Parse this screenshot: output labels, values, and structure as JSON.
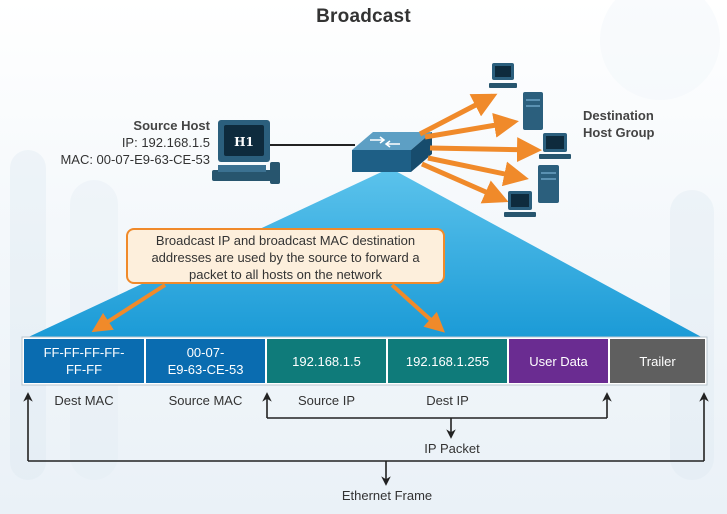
{
  "title": "Broadcast",
  "source_host": {
    "name": "Source Host",
    "ip": "IP: 192.168.1.5",
    "mac": "MAC: 00-07-E9-63-CE-53",
    "pc_label": "H1"
  },
  "destination": {
    "name_line1": "Destination",
    "name_line2": "Host Group"
  },
  "callout": {
    "line1": "Broadcast IP and broadcast MAC destination",
    "line2": "addresses are used by the source to forward a",
    "line3": "packet to all hosts on the network"
  },
  "frame": {
    "dest_mac": {
      "line1": "FF-FF-FF-FF-",
      "line2": "FF-FF",
      "caption": "Dest MAC"
    },
    "source_mac": {
      "line1": "00-07-",
      "line2": "E9-63-CE-53",
      "caption": "Source MAC"
    },
    "source_ip": {
      "value": "192.168.1.5",
      "caption": "Source IP"
    },
    "dest_ip": {
      "value": "192.168.1.255",
      "caption": "Dest IP"
    },
    "user_data": "User Data",
    "trailer": "Trailer"
  },
  "ip_packet_label": "IP Packet",
  "ethernet_frame_label": "Ethernet Frame",
  "colors": {
    "mac_field": "#0a6cb0",
    "ip_field": "#0f7b7a",
    "user_data": "#6a2c91",
    "trailer": "#5f5f5f",
    "broadcast_arrow": "#f08a2a",
    "triangle": "#1aa0d8"
  }
}
